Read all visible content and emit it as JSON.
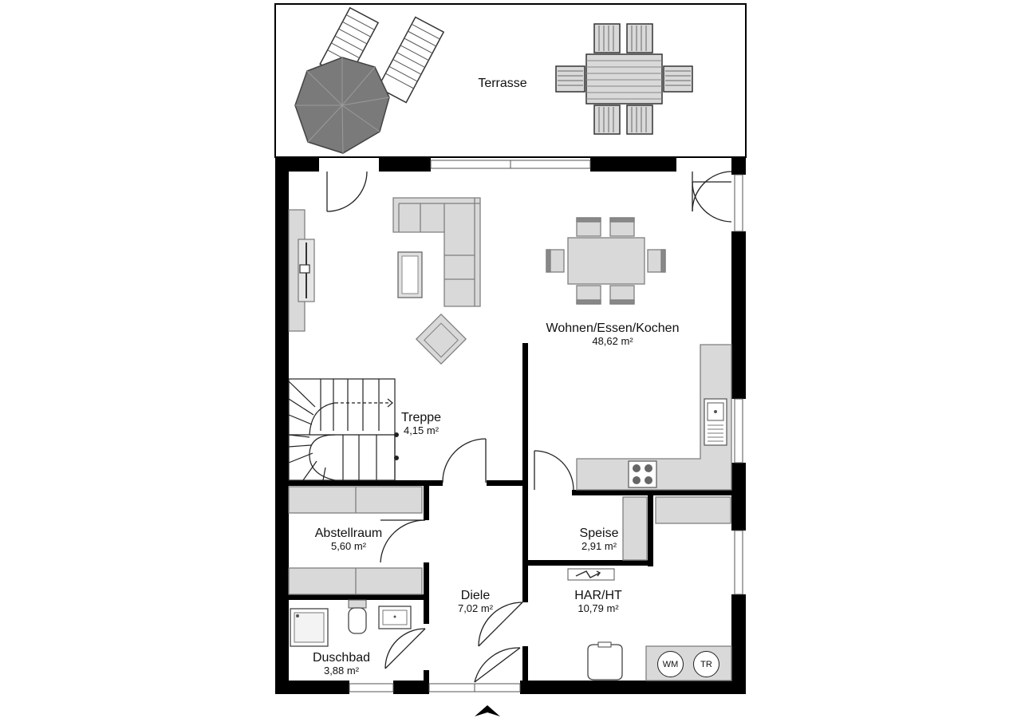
{
  "rooms": {
    "terrasse": {
      "name": "Terrasse"
    },
    "wohnen": {
      "name": "Wohnen/Essen/Kochen",
      "area": "48,62 m²"
    },
    "treppe": {
      "name": "Treppe",
      "area": "4,15 m²"
    },
    "abstell": {
      "name": "Abstellraum",
      "area": "5,60 m²"
    },
    "speise": {
      "name": "Speise",
      "area": "2,91 m²"
    },
    "diele": {
      "name": "Diele",
      "area": "7,02 m²"
    },
    "har": {
      "name": "HAR/HT",
      "area": "10,79 m²"
    },
    "duschbad": {
      "name": "Duschbad",
      "area": "3,88 m²"
    }
  },
  "appliances": {
    "washer": "WM",
    "dryer": "TR"
  },
  "entrance_marker": "entrance-arrow-icon",
  "colors": {
    "wall": "#000000",
    "furniture": "#d9d9d9",
    "furniture_stroke": "#7f7f7f",
    "umbrella": "#7a7a7a"
  }
}
